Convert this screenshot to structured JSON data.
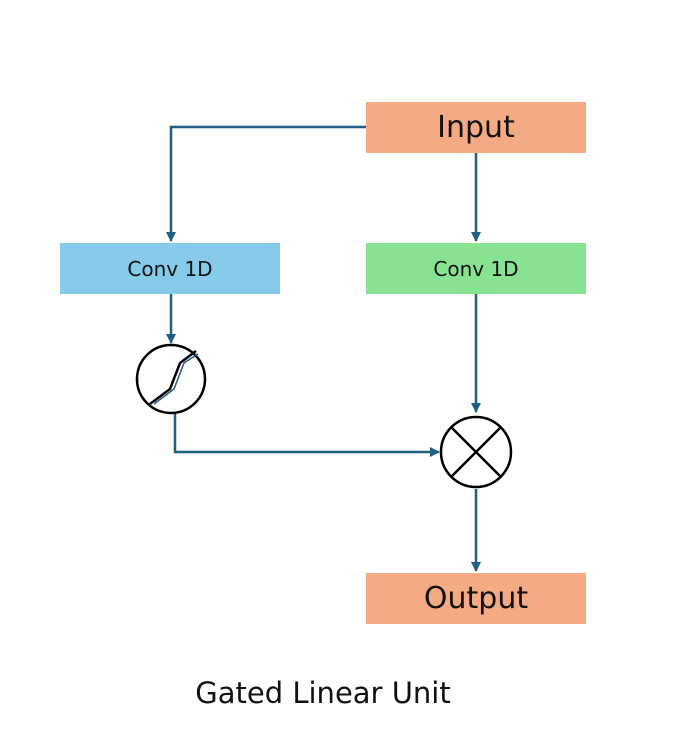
{
  "nodes": {
    "input": {
      "label": "Input",
      "color": "#f4ab83"
    },
    "conv_left": {
      "label": "Conv 1D",
      "color": "#87cbeb"
    },
    "conv_right": {
      "label": "Conv 1D",
      "color": "#87e391"
    },
    "output": {
      "label": "Output",
      "color": "#f4ab83"
    }
  },
  "operators": {
    "sigmoid": {
      "icon": "sigmoid-icon"
    },
    "multiply": {
      "icon": "multiply-icon"
    }
  },
  "edge_color": "#1f5f82",
  "caption": "Gated Linear Unit"
}
